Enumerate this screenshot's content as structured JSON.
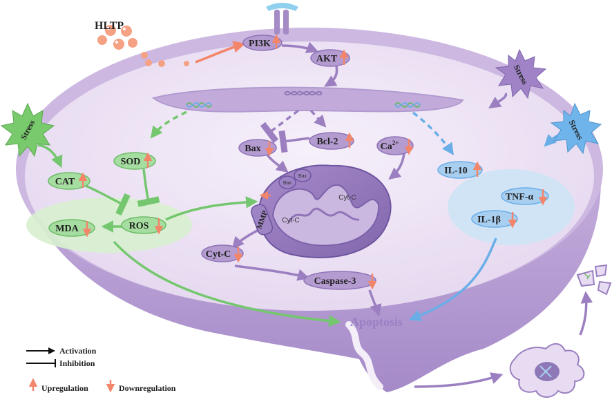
{
  "nodes": {
    "hltp": "HLTP",
    "pi3k": "PI3K",
    "akt": "AKT",
    "bax": "Bax",
    "bcl2": "Bcl-2",
    "ca": "Ca",
    "ca_sup": "2+",
    "sod": "SOD",
    "cat": "CAT",
    "mda": "MDA",
    "ros": "ROS",
    "il10": "IL-10",
    "tnf": "TNF-α",
    "il1b": "IL-1β",
    "mmp": "MMP",
    "cytc_inner1": "Cyt-C",
    "cytc_inner2": "Cyt-C",
    "cytc": "Cyt-C",
    "casp3": "Caspase-3",
    "bax_small1": "Bax",
    "bax_small2": "Bax",
    "apoptosis": "Apoptosis",
    "stress_left": "Stress",
    "stress_right_top": "Stress",
    "stress_right": "Stress"
  },
  "legend": {
    "activation": "Activation",
    "inhibition": "Inhibition",
    "upregulation": "Upregulation",
    "downregulation": "Downregulation"
  },
  "colors": {
    "cell_fill": "#efe6f5",
    "cell_edge": "#9a7fbd",
    "membrane": "#b9a3d3",
    "purple_node": "#b49bd0",
    "green_node": "#a6dda1",
    "blue_node": "#a9cff0",
    "green_arrow": "#74c76e",
    "purple_arrow": "#9b7fc0",
    "blue_arrow": "#6aaee8",
    "up_arrow": "#f3856a",
    "down_arrow": "#f3856a",
    "hltp_dots": "#f5a184"
  }
}
